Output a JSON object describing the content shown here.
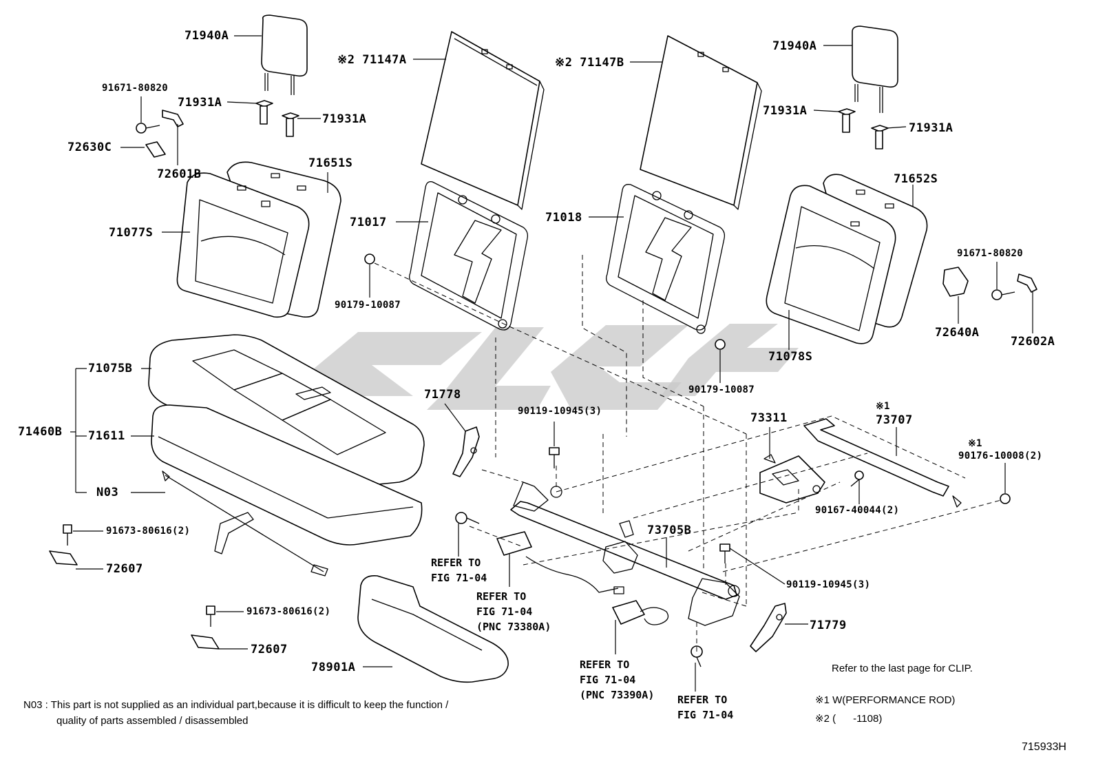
{
  "diagram": {
    "code": "715933H",
    "parts": {
      "headrest_l": "71940A",
      "headrest_r": "71940A",
      "guide_1": "71931A",
      "guide_2": "71931A",
      "guide_3": "71931A",
      "guide_4": "71931A",
      "bolt_l": "91671-80820",
      "bolt_r": "91671-80820",
      "cover_c": "72630C",
      "bracket_b": "72601B",
      "cover_a": "72640A",
      "bracket_a": "72602A",
      "back_l": "71651S",
      "back_r": "71652S",
      "cover_back_l": "71077S",
      "cover_back_r": "71078S",
      "board_a_mark": "※2",
      "board_a": "71147A",
      "board_b_mark": "※2",
      "board_b": "71147B",
      "frame_l": "71017",
      "frame_r": "71018",
      "nut_l": "90179-10087",
      "nut_r": "90179-10087",
      "cushion_cover": "71075B",
      "cushion_assy": "71460B",
      "cushion_pad": "71611",
      "n03": "N03",
      "bolt_c1": "91673-80616(2)",
      "bolt_c2": "91673-80616(2)",
      "hook_1": "72607",
      "hook_2": "72607",
      "tray": "78901A",
      "handle_l": "71778",
      "handle_r": "71779",
      "bolt_3a": "90119-10945(3)",
      "bolt_3b": "90119-10945(3)",
      "hinge": "73311",
      "rod_mark": "※1",
      "rod": "73707",
      "rod_bolt_mark": "※1",
      "rod_bolt": "90176-10008(2)",
      "bolt_40044": "90167-40044(2)",
      "buckle": "73705B"
    },
    "refs": {
      "ref1": "REFER TO\nFIG 71-04",
      "ref2": "REFER TO\nFIG 71-04\n(PNC 73380A)",
      "ref3": "REFER TO\nFIG 71-04\n(PNC 73390A)",
      "ref4": "REFER TO\nFIG 71-04"
    },
    "notes": {
      "clip": "Refer to the last page for CLIP.",
      "mark1": "※1 W(PERFORMANCE ROD)",
      "mark2": "※2 (      -1108)",
      "n03_line1": "N03 : This part is not supplied as an individual part,because it is difficult to keep the function /",
      "n03_line2": "quality of parts assembled / disassembled"
    }
  }
}
